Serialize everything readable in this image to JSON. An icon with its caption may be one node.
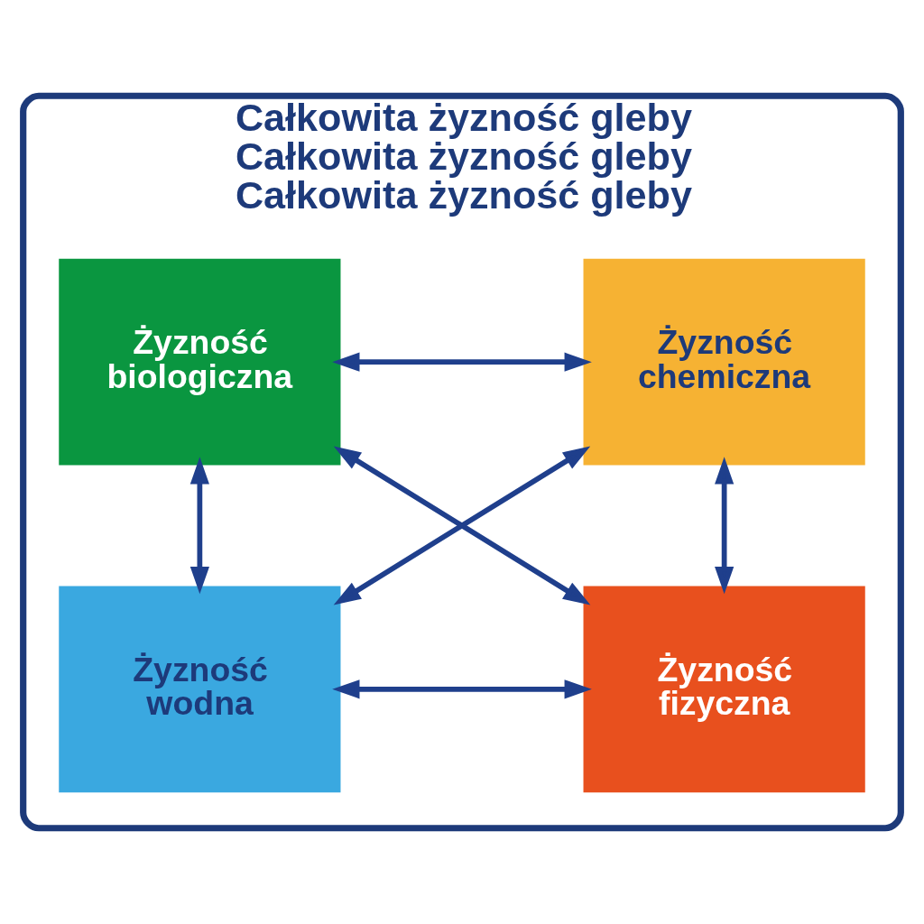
{
  "diagram": {
    "nodes": [
      {
        "text": [
          "Całkowita żyzność gleby",
          "Całkowita żyzność gleby",
          "Całkowita żyzność gleby"
        ]
      },
      {
        "text": [
          "Żyzność biologiczna"
        ],
        "in": 0
      },
      {
        "text": [
          "Żyzność chemiczna"
        ],
        "in": 0
      },
      {
        "text": [
          "Żyzność wodna"
        ],
        "in": 0
      },
      {
        "text": [
          "Żyzność fizyczna"
        ],
        "in": 0
      }
    ],
    "edges": [
      {
        "from": 1,
        "to": 2,
        "arrow": "both"
      },
      {
        "from": 1,
        "to": 4,
        "arrow": "both"
      },
      {
        "from": 2,
        "to": 3,
        "arrow": "both"
      },
      {
        "from": 1,
        "to": 3,
        "arrow": "both"
      },
      {
        "from": 2,
        "to": 4,
        "arrow": "both"
      },
      {
        "from": 3,
        "to": 4,
        "arrow": "both"
      }
    ]
  }
}
